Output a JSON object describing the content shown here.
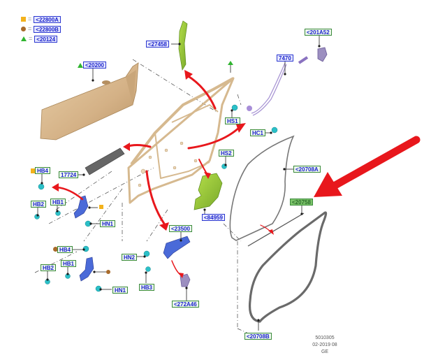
{
  "legend": [
    {
      "symbol": "orange-square",
      "color": "#f3b21c",
      "equals": "=",
      "ref": "<22800A"
    },
    {
      "symbol": "brown-circle",
      "color": "#a86a2a",
      "equals": "=",
      "ref": "<22800B"
    },
    {
      "symbol": "green-triangle",
      "color": "#2fb52f",
      "equals": "=",
      "ref": "<20124"
    }
  ],
  "callouts": {
    "c20200": "<20200",
    "c27458": "<27458",
    "c201A52": "<201A52",
    "c7470": "7470",
    "cHS1": "HS1",
    "cHC1": "HC1",
    "cHS2": "HS2",
    "c20708A": "<20708A",
    "c17724": "17724",
    "cHB4a": "HB4",
    "cHB1a": "HB1",
    "cHB2a": "HB2",
    "cHN1a": "HN1",
    "c84959": "<84959",
    "c20758": "<20758",
    "c23500": "<23500",
    "cHN2": "HN2",
    "cHB3": "HB3",
    "c272A46": "<272A46",
    "cHB4b": "HB4",
    "cHB1b": "HB1",
    "cHB2b": "HB2",
    "cHN1b": "HN1",
    "c20708B": "<20708B"
  },
  "footer": {
    "code": "5010305",
    "date": "02-2019 08",
    "region": "GE"
  },
  "colors": {
    "label_blue": "#1a22cc",
    "arrow_red": "#e8171c",
    "door_skin": "#d9b98e",
    "seal_gray": "#6a6a6a",
    "hinge_blue": "#4a6ad8",
    "fastener_cyan": "#2bc0c8",
    "part_green": "#8cc63f",
    "cable_purple": "#9a86c8"
  }
}
